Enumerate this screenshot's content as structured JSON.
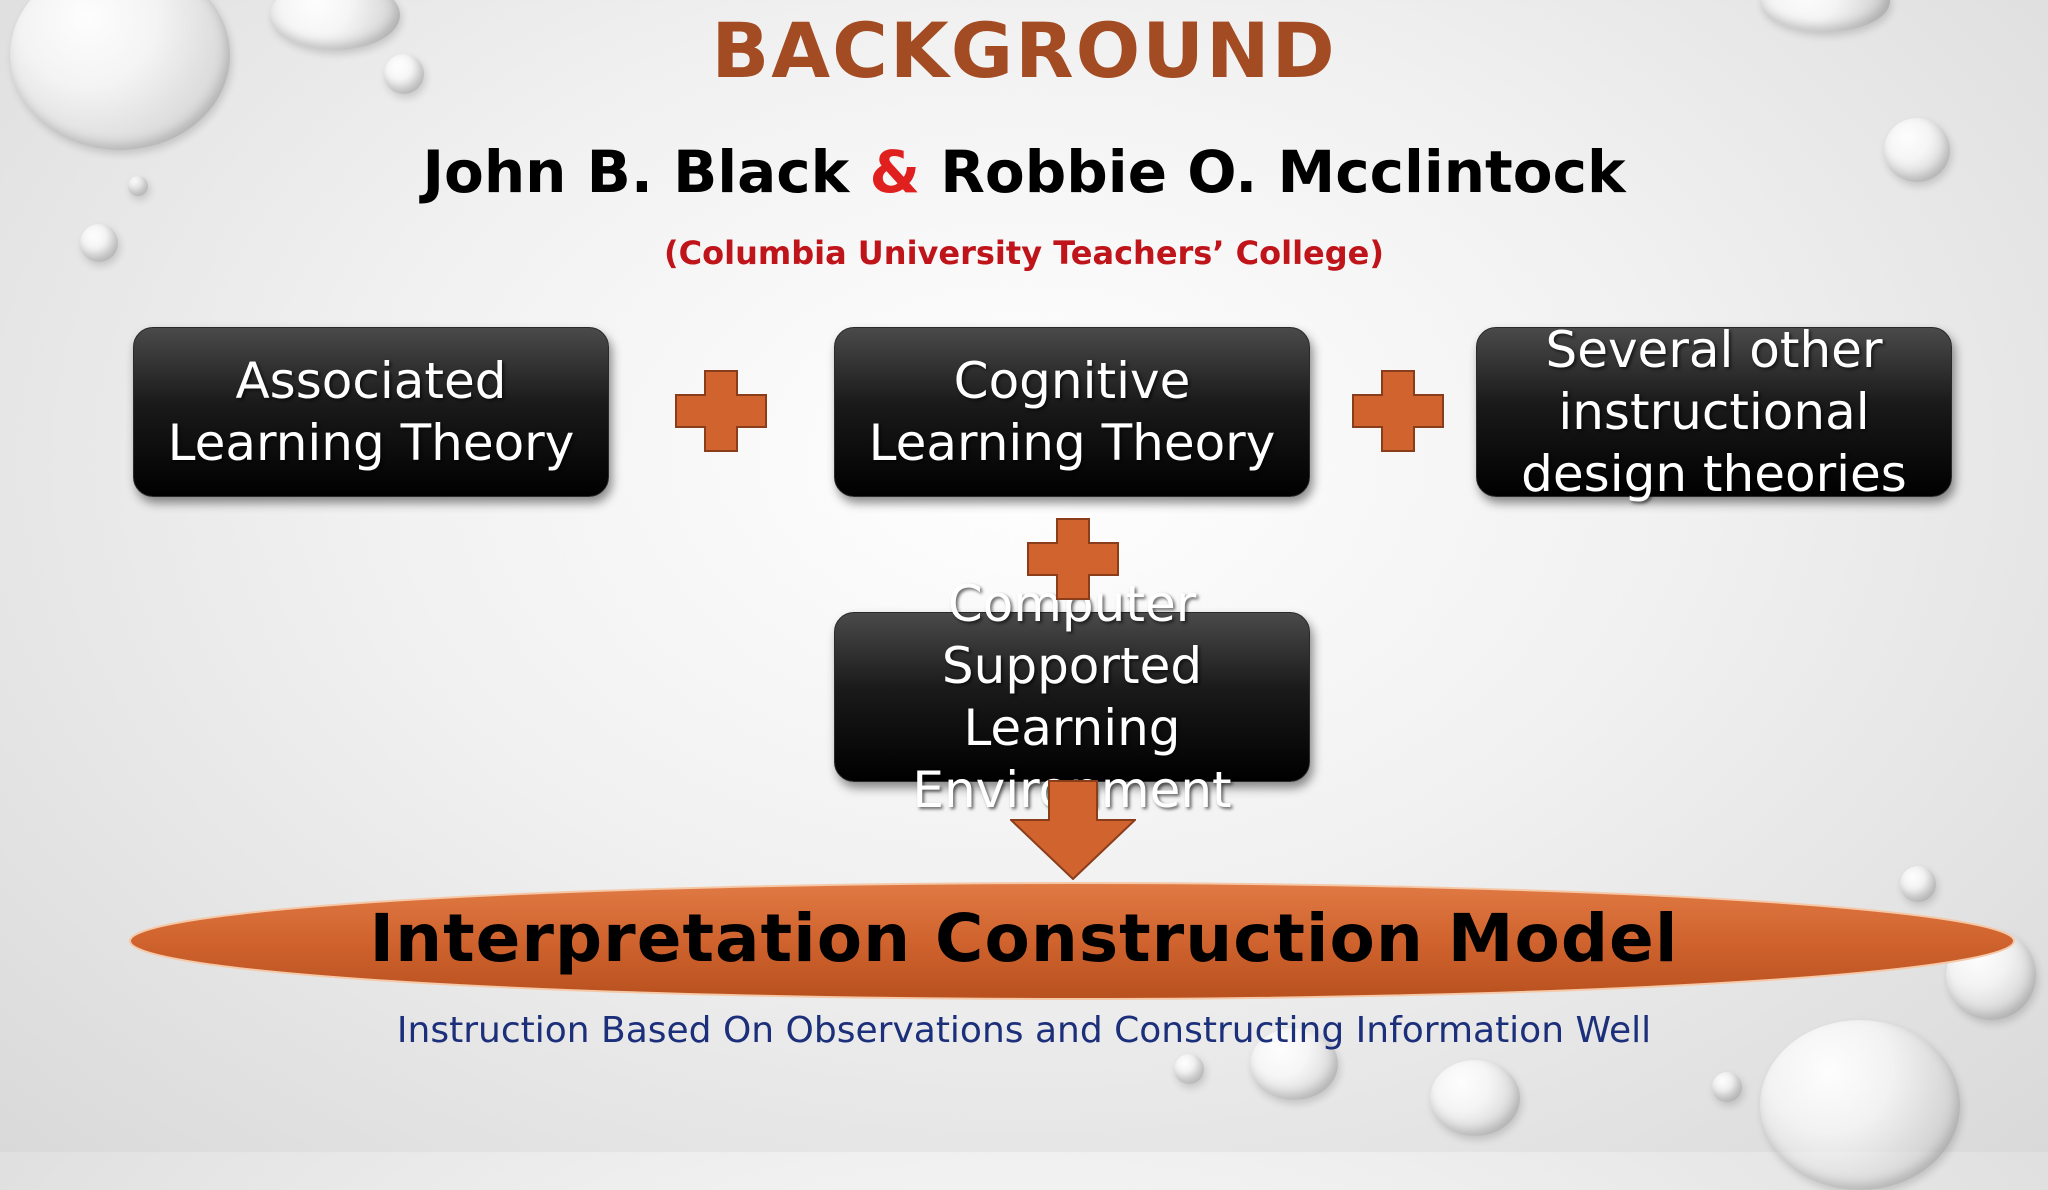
{
  "title": "BACKGROUND",
  "authors": {
    "first": "John B. Black",
    "amp": "&",
    "second": "Robbie O. Mcclintock"
  },
  "affiliation": "(Columbia University Teachers’ College)",
  "boxes": [
    {
      "label": "Associated\nLearning Theory"
    },
    {
      "label": "Cognitive\nLearning Theory"
    },
    {
      "label": "Several other\ninstructional\ndesign theories"
    },
    {
      "label": "Computer\nSupported\nLearning\nEnvironment"
    }
  ],
  "model": {
    "title": "Interpretation Construction Model",
    "subtitle": "Instruction Based On Observations and Constructing Information Well"
  },
  "colors": {
    "title": "#a34b22",
    "ampersand": "#e01f1f",
    "affiliation": "#c0141b",
    "accent": "#d0632e",
    "subtitle": "#1c2f7a"
  }
}
